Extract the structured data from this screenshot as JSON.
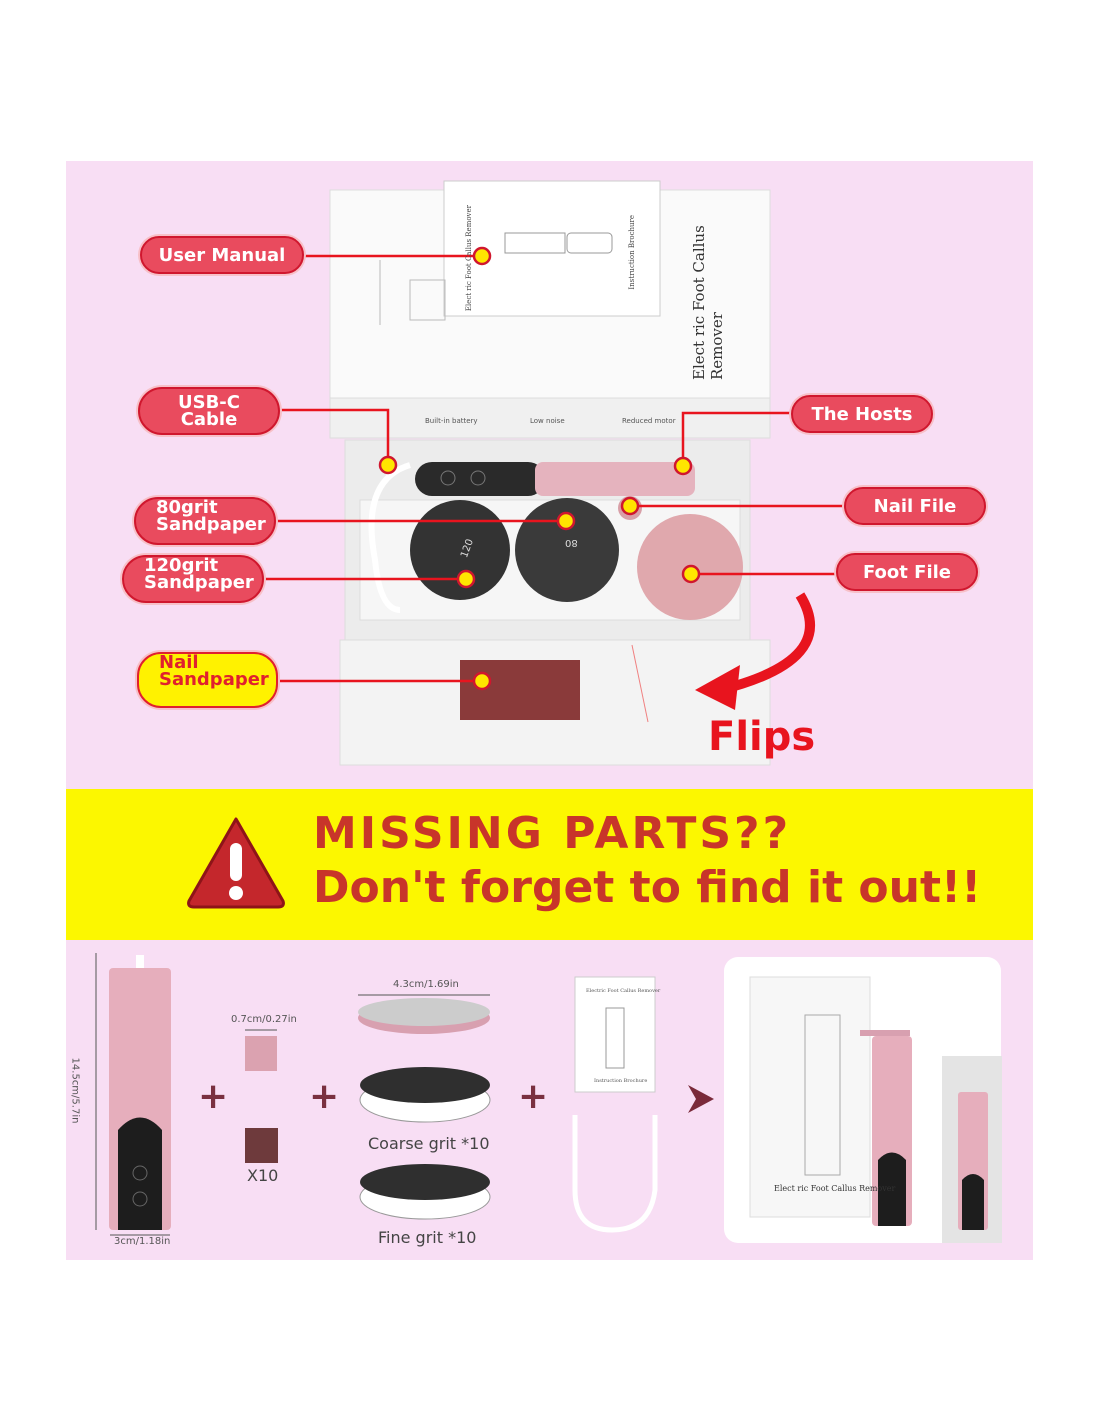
{
  "callouts": {
    "user_manual": "User Manual",
    "usb_c_cable": [
      "USB-C",
      "Cable"
    ],
    "grit80": [
      "80grit",
      "Sandpaper"
    ],
    "grit120": [
      "120grit",
      "Sandpaper"
    ],
    "nail_sandpaper": [
      "Nail",
      "Sandpaper"
    ],
    "the_hosts": "The Hosts",
    "nail_file": "Nail File",
    "foot_file": "Foot File",
    "flips": "Flips"
  },
  "box": {
    "title": "Elect ric Foot Callus Remover",
    "brochure_title": "Elect ric Foot Callus Remover",
    "brochure_subtitle": "Instruction Brochure",
    "features": [
      "Built-in battery",
      "Low noise",
      "Reduced motor"
    ],
    "disc_labels": [
      "120",
      "80"
    ]
  },
  "warning": {
    "line1": "MISSING PARTS??",
    "line2": "Don't forget to find it out!!"
  },
  "contents": {
    "host_height": "14.5cm/5.7in",
    "host_width": "3cm/1.18in",
    "sleeve_size": "0.7cm/0.27in",
    "sleeve_count": "X10",
    "disc_size": "4.3cm/1.69in",
    "coarse": "Coarse grit *10",
    "fine": "Fine grit *10",
    "manual_title": "Electric Foot Callus Remover",
    "manual_subtitle": "Instruction Brochure",
    "package_label": "Elect ric Foot Callus Remover",
    "plus": "+"
  },
  "colors": {
    "panel": "#f8def4",
    "band": "#fcf700",
    "accent": "#e94b5e",
    "warning_text": "#c8352a"
  }
}
